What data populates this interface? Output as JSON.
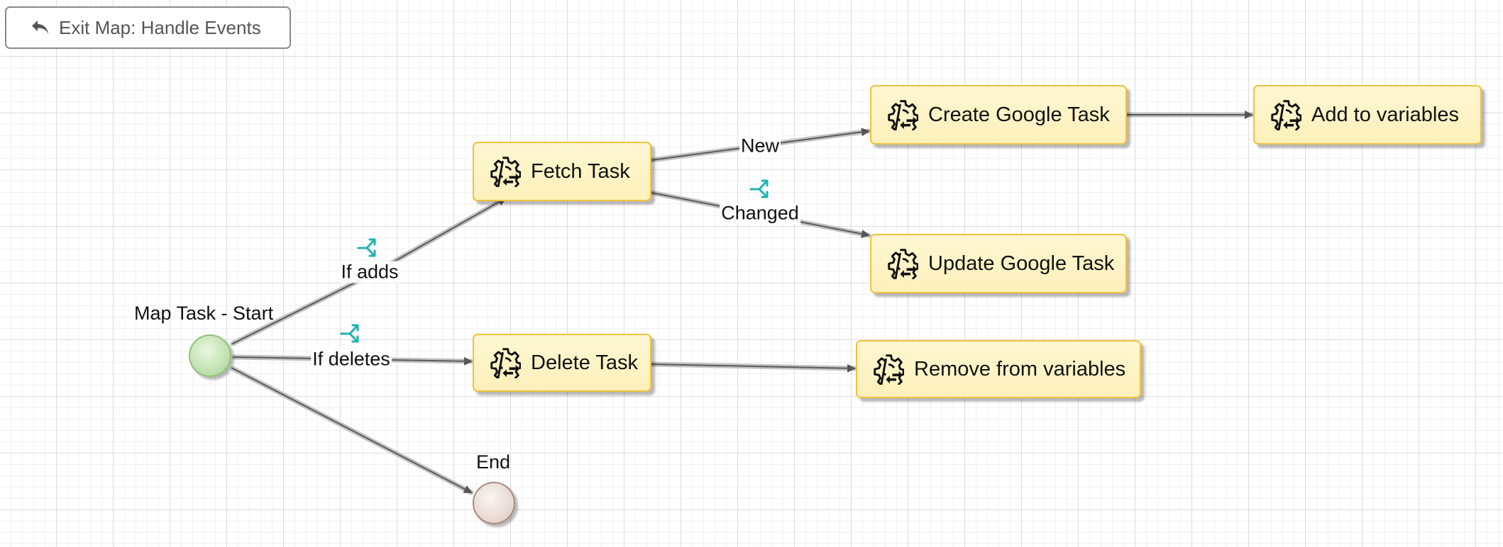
{
  "toolbar": {
    "exit_label": "Exit Map: Handle Events",
    "exit_icon": "reply-arrow-icon"
  },
  "nodes": {
    "start": {
      "label": "Map Task - Start"
    },
    "end": {
      "label": "End"
    },
    "fetch_task": {
      "label": "Fetch Task",
      "icon": "gear-sync-icon"
    },
    "delete_task": {
      "label": "Delete Task",
      "icon": "gear-sync-icon"
    },
    "create_google_task": {
      "label": "Create Google Task",
      "icon": "gear-sync-icon"
    },
    "update_google_task": {
      "label": "Update Google Task",
      "icon": "gear-sync-icon"
    },
    "remove_from_variables": {
      "label": "Remove from variables",
      "icon": "gear-sync-icon"
    },
    "add_to_variables": {
      "label": "Add to variables",
      "icon": "gear-sync-icon"
    }
  },
  "edges": {
    "if_adds": {
      "label": "If adds",
      "conditional": true
    },
    "if_deletes": {
      "label": "If deletes",
      "conditional": true
    },
    "new": {
      "label": "New",
      "conditional": false
    },
    "changed": {
      "label": "Changed",
      "conditional": true
    }
  },
  "colors": {
    "task_fill": "#fdf3c4",
    "task_border": "#f0c23d",
    "start_fill": "#b4dba0",
    "end_fill": "#e6d5cd",
    "condition_icon": "#1fb3b0",
    "edge": "#666666"
  }
}
